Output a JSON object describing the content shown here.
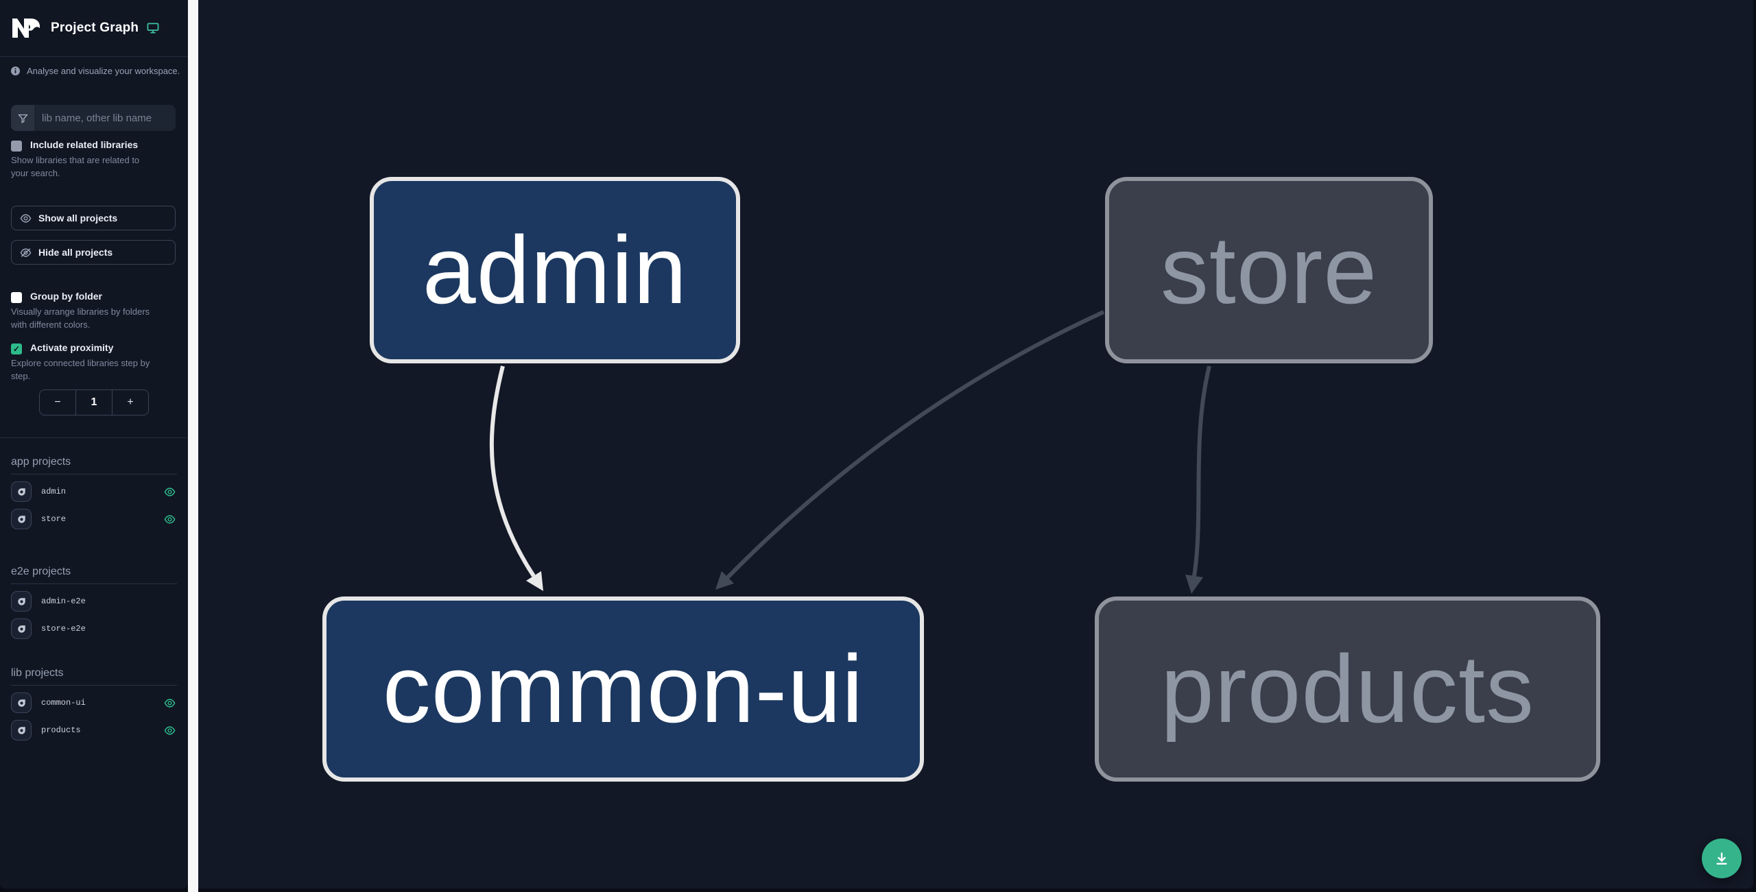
{
  "app": {
    "title": "Project Graph"
  },
  "sidebar": {
    "tagline": "Analyse and visualize your workspace.",
    "filter_placeholder": "lib name, other lib name",
    "checkboxes": [
      {
        "label": "Include related libraries",
        "description": "Show libraries that are related to your search.",
        "checked": false
      },
      {
        "label": "Group by folder",
        "description": "Visually arrange libraries by folders with different colors.",
        "checked": false
      },
      {
        "label": "Activate proximity",
        "description": "Explore connected libraries step by step.",
        "checked": true
      }
    ],
    "buttons": {
      "show_all": "Show all projects",
      "hide_all": "Hide all projects"
    },
    "proximity": {
      "decrement": "−",
      "value": "1",
      "increment": "+"
    },
    "sections": [
      {
        "title": "app projects",
        "items": [
          {
            "name": "admin",
            "visible": true
          },
          {
            "name": "store",
            "visible": true
          }
        ]
      },
      {
        "title": "e2e projects",
        "items": [
          {
            "name": "admin-e2e",
            "visible": false
          },
          {
            "name": "store-e2e",
            "visible": false
          }
        ]
      },
      {
        "title": "lib projects",
        "items": [
          {
            "name": "common-ui",
            "visible": true
          },
          {
            "name": "products",
            "visible": true
          }
        ]
      }
    ],
    "check_glyph": "✓"
  },
  "graph": {
    "nodes": [
      {
        "id": "admin",
        "state": "highlighted"
      },
      {
        "id": "store",
        "state": "faded"
      },
      {
        "id": "common-ui",
        "state": "highlighted"
      },
      {
        "id": "products",
        "state": "faded"
      }
    ],
    "edges": [
      {
        "from": "admin",
        "to": "common-ui",
        "state": "highlighted"
      },
      {
        "from": "store",
        "to": "common-ui",
        "state": "faded"
      },
      {
        "from": "store",
        "to": "products",
        "state": "faded"
      }
    ]
  },
  "colors": {
    "accent_green": "#35b48c",
    "sidebar_bg": "#111623",
    "canvas_bg": "#131826",
    "node_highlight_fill": "#1c3860",
    "node_highlight_border": "#e6e6e6",
    "node_faded_fill": "#3a3f4b",
    "node_faded_border": "#8f939c",
    "edge_highlight": "#e9e9e9",
    "edge_faded": "#424957",
    "scrollbar": "#f7f7f7"
  }
}
